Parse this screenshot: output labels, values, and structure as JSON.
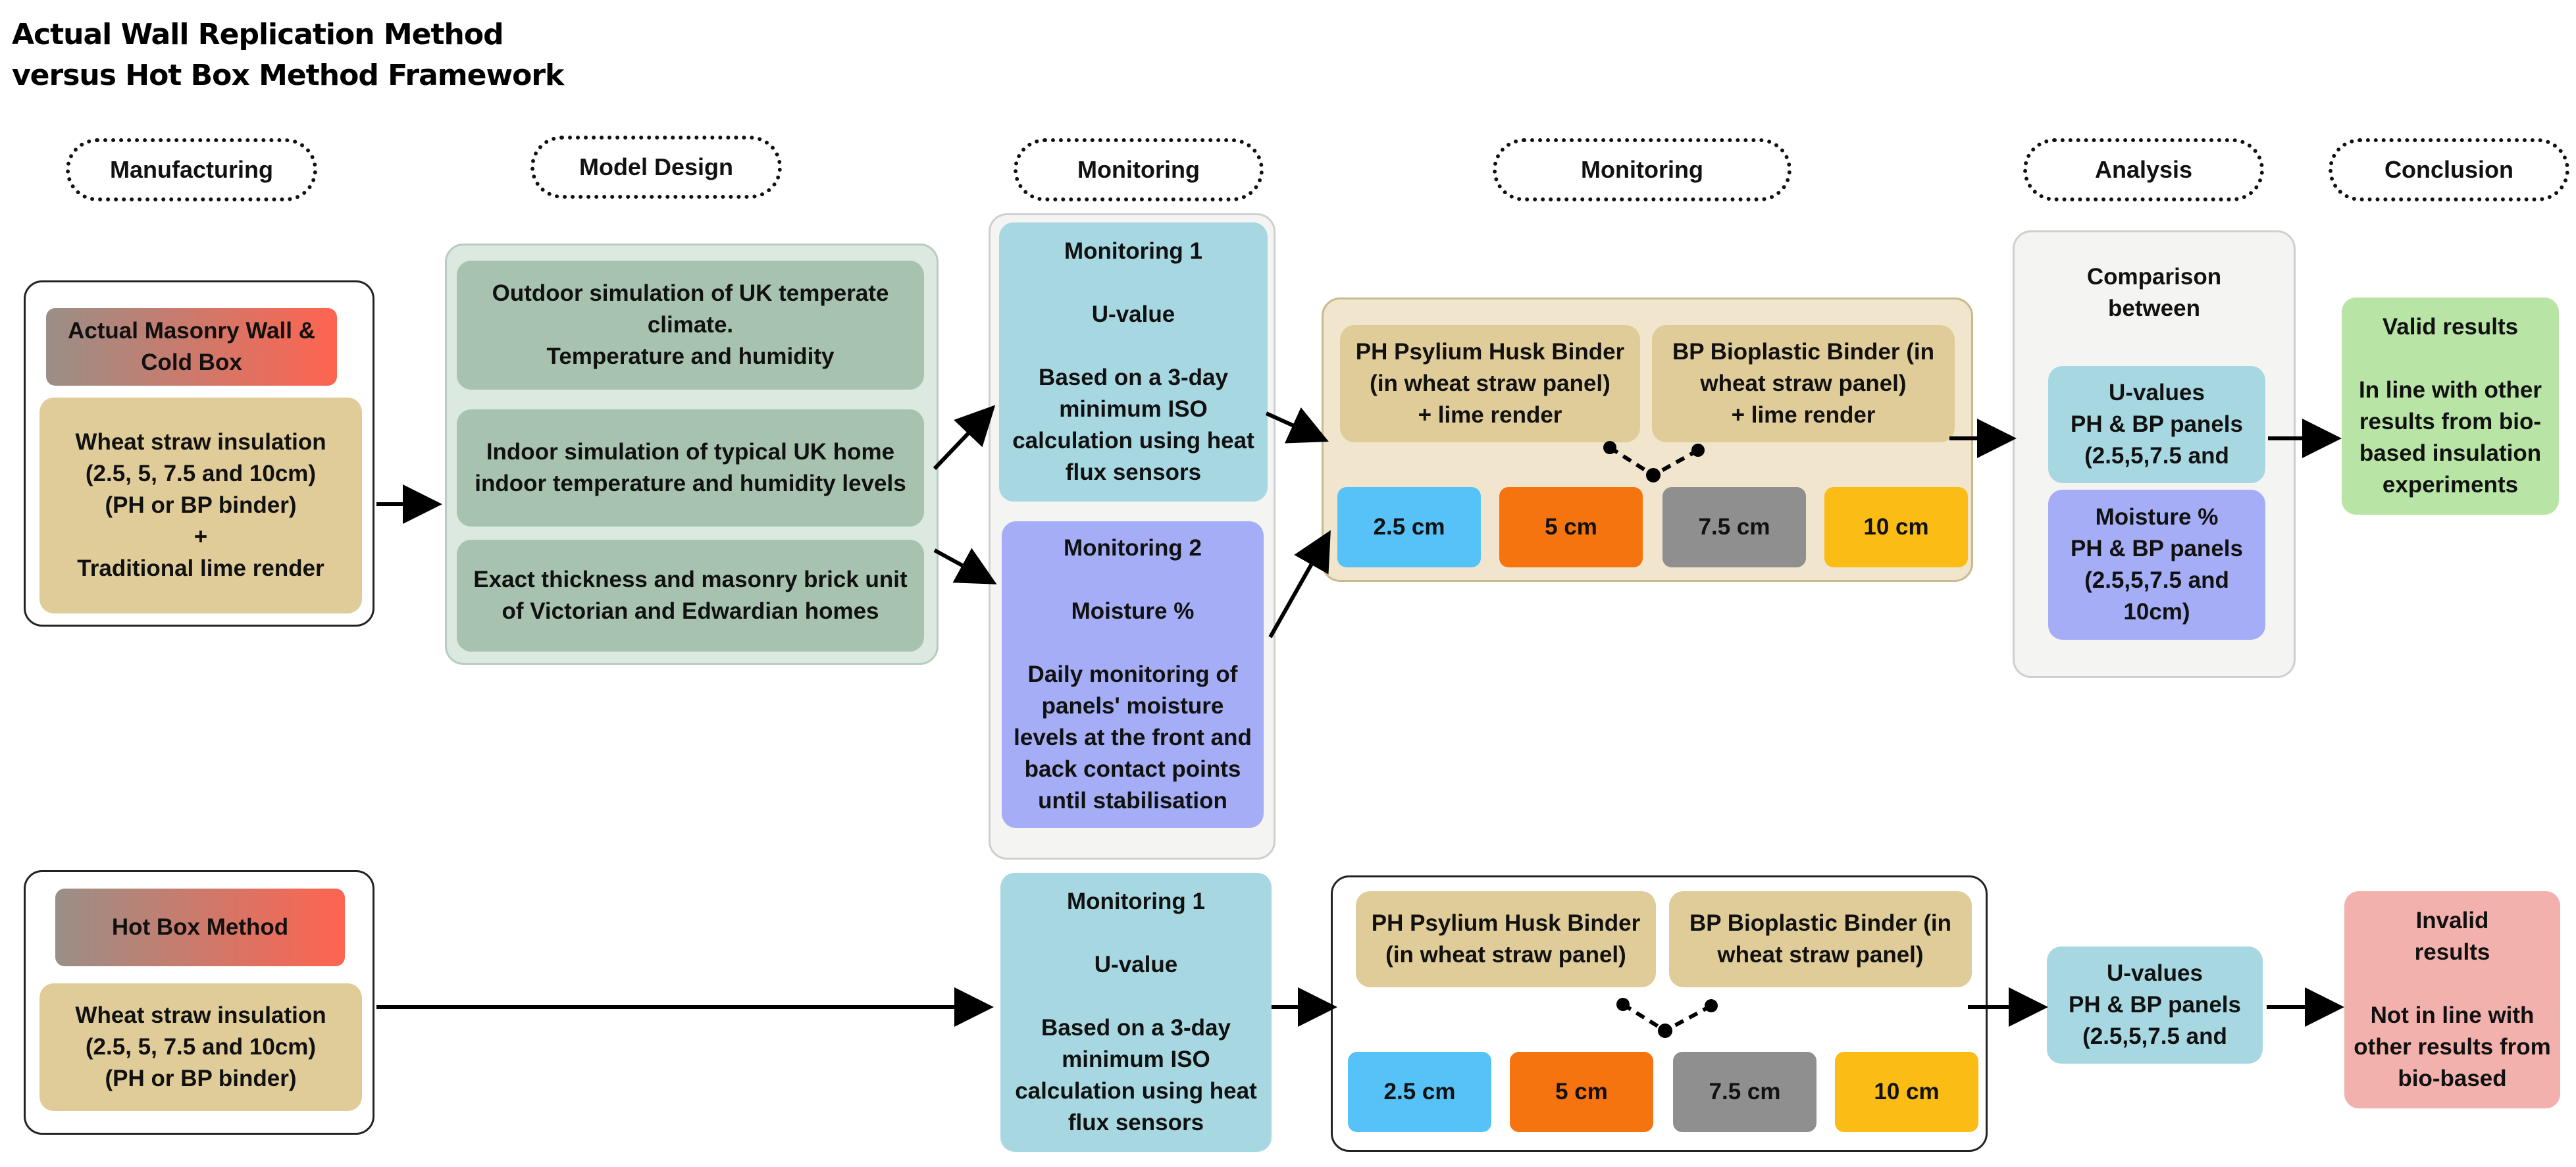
{
  "title": {
    "line1": "Actual Wall Replication Method",
    "line2": "versus Hot Box Method Framework"
  },
  "headers": {
    "manufacturing": "Manufacturing",
    "model_design": "Model Design",
    "monitoring_1": "Monitoring",
    "monitoring_2": "Monitoring",
    "analysis": "Analysis",
    "conclusion": "Conclusion"
  },
  "top": {
    "manufacturing": {
      "label": "Actual Masonry Wall &\nCold Box",
      "detail": "Wheat straw insulation\n(2.5, 5, 7.5 and 10cm)\n(PH or BP binder)\n+\nTraditional lime render"
    },
    "model_design": {
      "outdoor": "Outdoor simulation of UK temperate\nclimate.\nTemperature and humidity",
      "indoor": "Indoor simulation of typical UK home\nindoor temperature and humidity levels",
      "thickness": "Exact thickness and masonry brick unit\nof Victorian and Edwardian homes"
    },
    "monitoring1": "Monitoring 1\n\nU-value\n\nBased on a 3-day\nminimum ISO\ncalculation using heat\nflux sensors",
    "monitoring2": "Monitoring 2\n\nMoisture %\n\nDaily monitoring of\npanels' moisture\nlevels at the front and\nback contact points\nuntil stabilisation",
    "binders": {
      "ph": "PH Psylium Husk Binder\n(in wheat straw panel)\n+ lime render",
      "bp": "BP Bioplastic Binder (in\nwheat straw panel)\n+ lime render"
    },
    "thicknesses": [
      "2.5 cm",
      "5 cm",
      "7.5 cm",
      "10 cm"
    ],
    "analysis": {
      "heading": "Comparison\nbetween",
      "uvalues": "U-values\nPH & BP panels\n(2.5,5,7.5 and",
      "moisture": "Moisture %\nPH & BP panels\n(2.5,5,7.5 and\n10cm)"
    },
    "conclusion": "Valid results\n\nIn line with other\nresults from bio-\nbased insulation\nexperiments"
  },
  "bottom": {
    "manufacturing": {
      "label": "Hot Box Method",
      "detail": "Wheat straw insulation\n(2.5, 5, 7.5 and 10cm)\n(PH or BP binder)"
    },
    "monitoring1": "Monitoring 1\n\nU-value\n\nBased on a 3-day\nminimum ISO\ncalculation using heat\nflux sensors",
    "binders": {
      "ph": "PH Psylium Husk Binder\n(in wheat straw panel)",
      "bp": "BP Bioplastic Binder (in\nwheat straw panel)"
    },
    "thicknesses": [
      "2.5 cm",
      "5 cm",
      "7.5 cm",
      "10 cm"
    ],
    "analysis": "U-values\nPH & BP panels\n(2.5,5,7.5 and",
    "conclusion": "Invalid\nresults\n\nNot in line with\nother results from\nbio-based"
  },
  "colors": {
    "tan": "#e0cc98",
    "sage": "#a7c3b0",
    "light_blue": "#a7d8e2",
    "periwinkle": "#a4adf5",
    "blue": "#56c2f7",
    "orange": "#f5740f",
    "gray": "#8f8f8f",
    "yellow": "#fbbc15",
    "green": "#b8e5a5",
    "pink": "#f3b1ad"
  }
}
